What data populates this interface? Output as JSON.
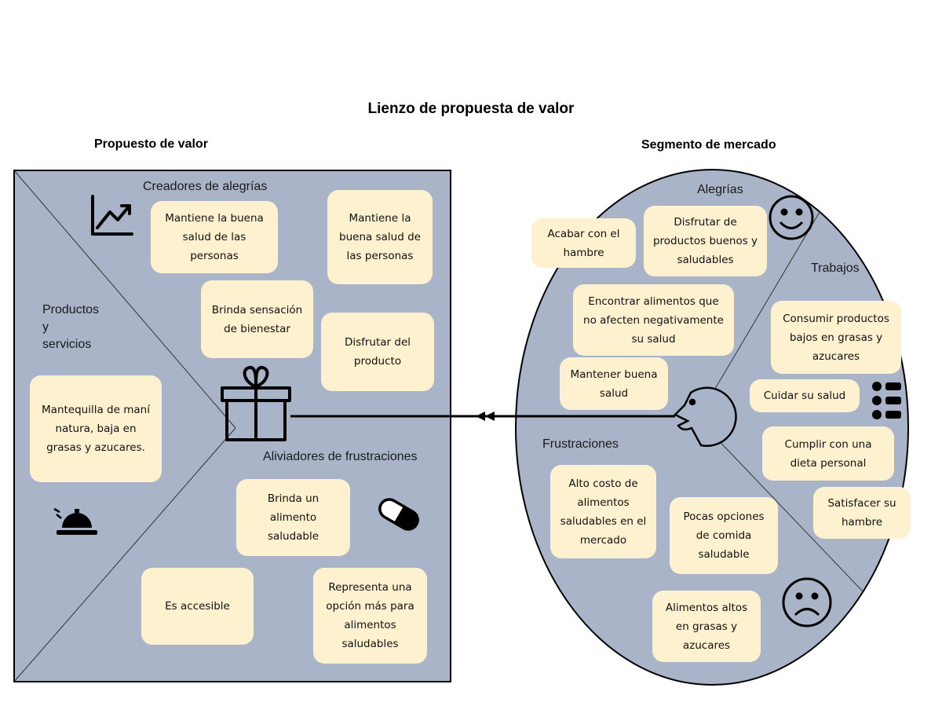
{
  "title": "Lienzo de propuesta de valor",
  "left": {
    "heading": "Propuesto de valor",
    "gain_creators": {
      "label": "Creadores de alegrías",
      "notes": [
        "Mantiene la buena salud de las personas",
        "Mantiene la buena salud de las personas",
        "Brinda sensación de bienestar",
        "Disfrutar del producto"
      ]
    },
    "products": {
      "label_lines": [
        "Productos",
        "y",
        "servicios"
      ],
      "notes": [
        "Mantequilla de maní natura, baja en grasas y azucares."
      ]
    },
    "pain_relievers": {
      "label": "Aliviadores de frustraciones",
      "notes": [
        "Brinda un alimento saludable",
        "Es accesible",
        "Representa una opción más para alimentos saludables"
      ]
    }
  },
  "right": {
    "heading": "Segmento de mercado",
    "gains": {
      "label": "Alegrías",
      "notes": [
        "Acabar con el hambre",
        "Disfrutar de productos buenos y saludables",
        "Encontrar alimentos que no afecten negativamente su salud",
        "Mantener buena salud"
      ]
    },
    "jobs": {
      "label": "Trabajos",
      "notes": [
        "Consumir productos bajos en grasas y azucares",
        "Cuidar su salud",
        "Cumplir con una dieta personal",
        "Satisfacer su hambre"
      ]
    },
    "pains": {
      "label": "Frustraciones",
      "notes": [
        "Alto costo de alimentos saludables en el mercado",
        "Pocas opciones de comida saludable",
        "Alimentos altos en grasas y azucares"
      ]
    }
  },
  "colors": {
    "panel": "#a9b4c8",
    "note": "#fdf1cf",
    "line": "#000000"
  },
  "icons": [
    "growth-chart-icon",
    "gift-icon",
    "service-bell-icon",
    "pill-icon",
    "happy-face-icon",
    "sad-face-icon",
    "customer-head-icon",
    "list-icon"
  ]
}
